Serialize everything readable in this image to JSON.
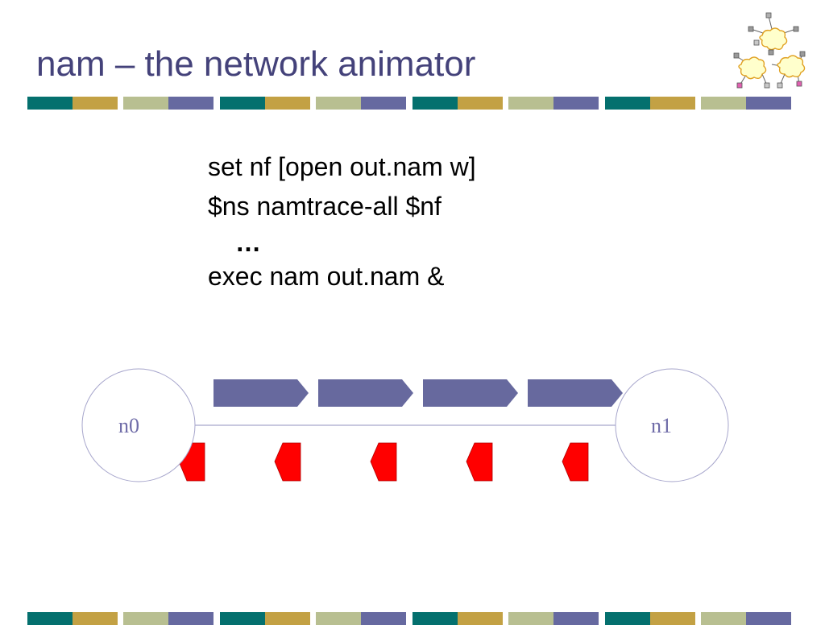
{
  "slide": {
    "title": "nam – the network animator"
  },
  "decoration": {
    "stripe_colors": [
      "#04706e",
      "#c3a144",
      "#b8bf91",
      "#6669a0"
    ],
    "logo": "network-clouds-logo"
  },
  "code": {
    "lines": [
      "set nf [open out.nam w]",
      "$ns namtrace-all $nf",
      "…",
      "exec nam out.nam &"
    ]
  },
  "diagram": {
    "nodes": [
      {
        "id": "n0",
        "label": "n0"
      },
      {
        "id": "n1",
        "label": "n1"
      }
    ],
    "data_packets": {
      "count": 4,
      "direction": "n0-to-n1",
      "color": "#67699e"
    },
    "ack_packets": {
      "count": 5,
      "direction": "n1-to-n0",
      "color": "#ff0000"
    },
    "link_color": "#a7a6cc",
    "node_label_color": "#6f6ca8"
  }
}
